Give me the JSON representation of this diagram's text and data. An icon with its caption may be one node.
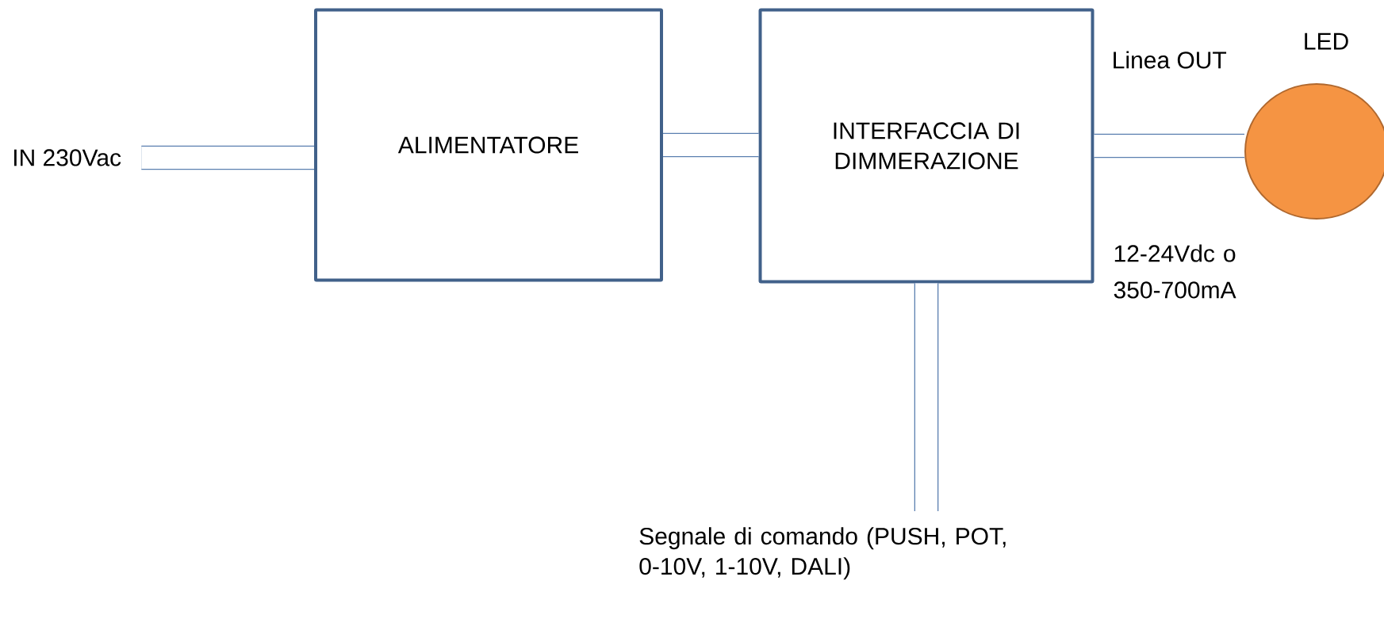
{
  "diagram": {
    "nodes": [
      {
        "text": [
          "IN 230Vac"
        ]
      },
      {
        "text": [
          "ALIMENTATORE"
        ]
      },
      {
        "text": [
          "INTERFACCIA DI DIMMERAZIONE"
        ]
      },
      {
        "text": [
          "LED"
        ]
      },
      {
        "text": [
          "Segnale di comando (PUSH, POT, 0-10V, 1-10V, DALI)"
        ]
      }
    ],
    "edges": [
      {
        "from": 0,
        "to": 1,
        "arrow": "none"
      },
      {
        "from": 1,
        "to": 2,
        "arrow": "none"
      },
      {
        "from": 2,
        "to": 3,
        "arrow": "none",
        "label": "Linea OUT"
      },
      {
        "from": 2,
        "to": 4,
        "arrow": "none"
      }
    ],
    "labels": [
      "12-24Vdc o 350-700mA"
    ]
  }
}
